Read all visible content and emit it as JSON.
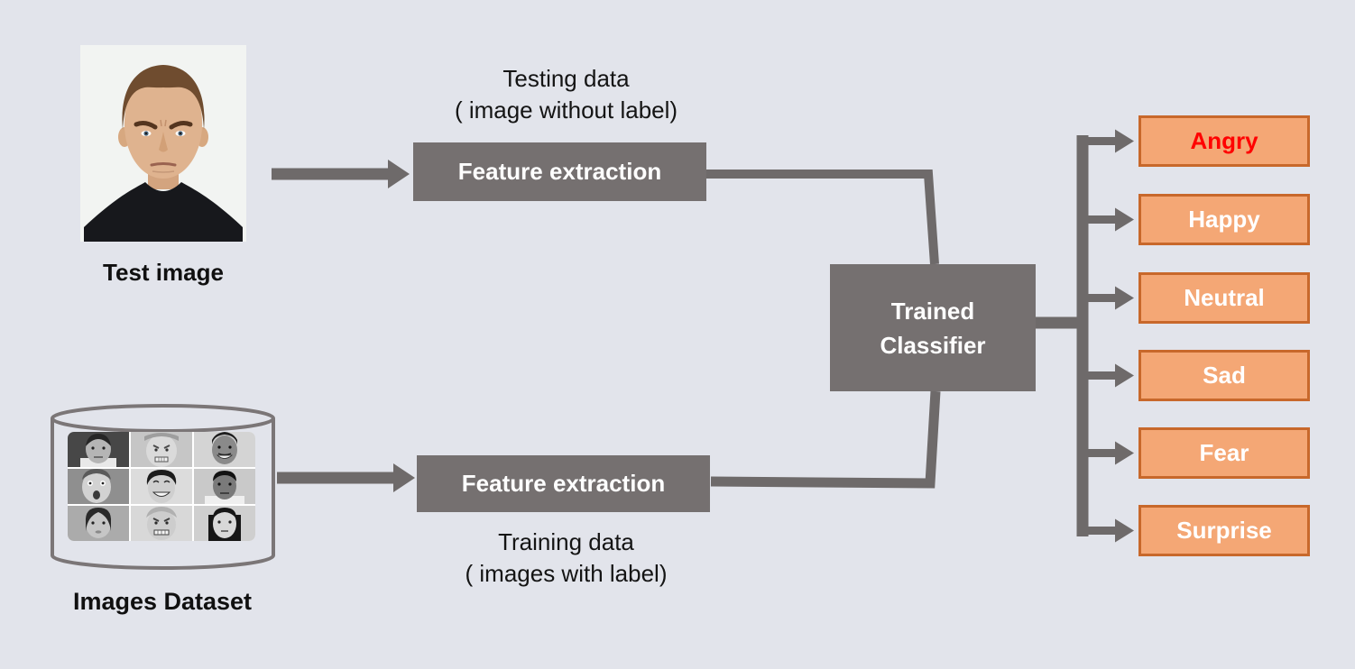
{
  "background": "#E2E4EB",
  "colors": {
    "box_gray": "#757070",
    "connector_gray": "#6E6A6A",
    "output_fill": "#F4A775",
    "output_border": "#C8682B",
    "angry_text": "#FF0000",
    "output_text": "#FFFFFF",
    "label_text": "#101010"
  },
  "test_image": {
    "caption": "Test image",
    "description": "Color photo of a man with an angry expression, swept-back brown hair, black crew-neck shirt"
  },
  "testing_data": {
    "line1": "Testing data",
    "line2": "( image without label)"
  },
  "feature_extraction_top": {
    "label": "Feature extraction"
  },
  "classifier": {
    "line1": "Trained",
    "line2": "Classifier"
  },
  "training_data": {
    "line1": "Training data",
    "line2": "( images with label)"
  },
  "feature_extraction_bottom": {
    "label": "Feature extraction"
  },
  "dataset": {
    "caption": "Images Dataset",
    "description": "Database cylinder containing a 3x3 grid of grayscale face photos with different expressions"
  },
  "outputs": [
    {
      "label": "Angry",
      "text_color": "#FF0000"
    },
    {
      "label": "Happy",
      "text_color": "#FFFFFF"
    },
    {
      "label": "Neutral",
      "text_color": "#FFFFFF"
    },
    {
      "label": "Sad",
      "text_color": "#FFFFFF"
    },
    {
      "label": "Fear",
      "text_color": "#FFFFFF"
    },
    {
      "label": "Surprise",
      "text_color": "#FFFFFF"
    }
  ]
}
